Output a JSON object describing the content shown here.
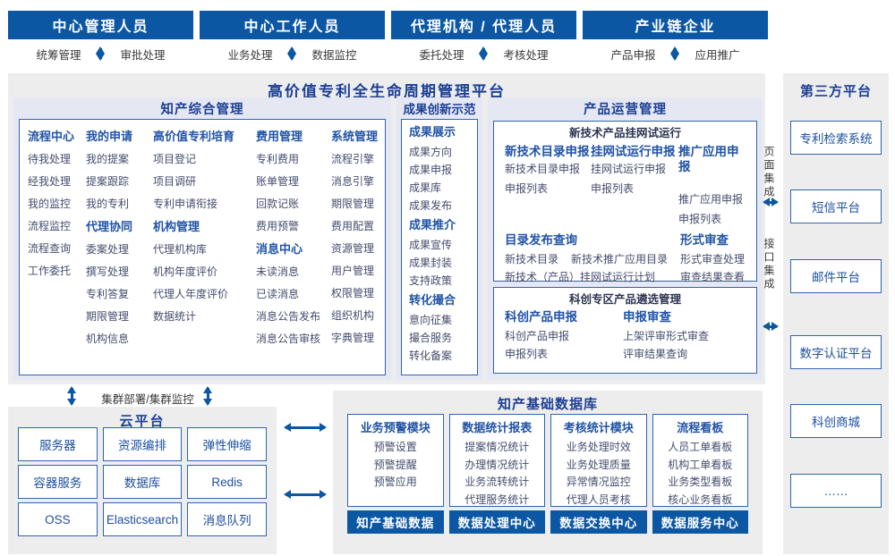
{
  "roles": [
    {
      "title": "中心管理人员",
      "left": "统筹管理",
      "right": "审批处理"
    },
    {
      "title": "中心工作人员",
      "left": "业务处理",
      "right": "数据监控"
    },
    {
      "title": "代理机构 / 代理人员",
      "left": "委托处理",
      "right": "考核处理"
    },
    {
      "title": "产业链企业",
      "left": "产品申报",
      "right": "应用推广"
    }
  ],
  "platform": {
    "title": "高价值专利全生命周期管理平台"
  },
  "ip_mgmt": {
    "title": "知产综合管理",
    "columns": [
      {
        "groups": [
          {
            "header": "流程中心",
            "items": [
              "待我处理",
              "经我处理",
              "我的监控",
              "流程监控",
              "流程查询",
              "工作委托"
            ]
          }
        ]
      },
      {
        "groups": [
          {
            "header": "我的申请",
            "items": [
              "我的提案",
              "提案跟踪",
              "我的专利"
            ]
          },
          {
            "header": "代理协同",
            "items": [
              "委案处理",
              "撰写处理",
              "专利答复",
              "期限管理",
              "机构信息"
            ]
          }
        ]
      },
      {
        "groups": [
          {
            "header": "高价值专利培育",
            "items": [
              "项目登记",
              "项目调研",
              "专利申请衔接"
            ]
          },
          {
            "header": "机构管理",
            "items": [
              "代理机构库",
              "机构年度评价",
              "代理人年度评价",
              "数据统计"
            ]
          }
        ]
      },
      {
        "groups": [
          {
            "header": "费用管理",
            "items": [
              "专利费用",
              "账单管理",
              "回款记账",
              "费用预警"
            ]
          },
          {
            "header": "消息中心",
            "items": [
              "未读消息",
              "已读消息",
              "消息公告发布",
              "消息公告审核"
            ]
          }
        ]
      },
      {
        "groups": [
          {
            "header": "系统管理",
            "items": [
              "流程引擎",
              "消息引擎",
              "期限管理",
              "费用配置",
              "资源管理",
              "用户管理",
              "权限管理",
              "组织机构",
              "字典管理"
            ]
          }
        ]
      }
    ]
  },
  "achievement": {
    "title": "成果创新示范",
    "groups": [
      {
        "header": "成果展示",
        "items": [
          "成果方向",
          "成果申报",
          "成果库",
          "成果发布"
        ]
      },
      {
        "header": "成果推介",
        "items": [
          "成果宣传",
          "成果封装",
          "支持政策"
        ]
      },
      {
        "header": "转化撮合",
        "items": [
          "意向征集",
          "撮合服务",
          "转化备案"
        ]
      }
    ]
  },
  "product_ops": {
    "title": "产品运营管理",
    "box1": {
      "title": "新技术产品挂网试运行",
      "row1": [
        {
          "header": "新技术目录申报",
          "items": [
            "新技术目录申报",
            "申报列表"
          ]
        },
        {
          "header": "挂网试运行申报",
          "items": [
            "挂网试运行申报",
            "申报列表"
          ]
        },
        {
          "header": "推广应用申报",
          "items": [
            "推广应用申报",
            "申报列表"
          ]
        }
      ],
      "row2": [
        {
          "header": "目录发布查询",
          "items": [
            "新技术目录",
            "新技术推广应用目录",
            "新技术（产品）挂网试运行计划"
          ]
        },
        {
          "header": "形式审查",
          "items": [
            "形式审查处理",
            "审查结果查看"
          ]
        }
      ]
    },
    "box2": {
      "title": "科创专区产品遴选管理",
      "groups": [
        {
          "header": "科创产品申报",
          "items": [
            "科创产品申报",
            "申报列表"
          ]
        },
        {
          "header": "申报审查",
          "items": [
            "上架评审形式审查",
            "评审结果查询"
          ]
        }
      ]
    }
  },
  "integration": {
    "page": "页面集成",
    "api": "接口集成"
  },
  "third_party": {
    "title": "第三方平台",
    "items": [
      "专利检索系统",
      "短信平台",
      "邮件平台",
      "数字认证平台",
      "科创商城",
      "……"
    ]
  },
  "cluster_label": "集群部署/集群监控",
  "cloud": {
    "title": "云平台",
    "items": [
      "服务器",
      "资源编排",
      "弹性伸缩",
      "容器服务",
      "数据库",
      "Redis",
      "OSS",
      "Elasticsearch",
      "消息队列"
    ]
  },
  "ip_database": {
    "title": "知产基础数据库",
    "modules": [
      {
        "header": "业务预警模块",
        "items": [
          "预警设置",
          "预警提醒",
          "预警应用"
        ],
        "footer": "知产基础数据"
      },
      {
        "header": "数据统计报表",
        "items": [
          "提案情况统计",
          "办理情况统计",
          "业务流转统计",
          "代理服务统计"
        ],
        "footer": "数据处理中心"
      },
      {
        "header": "考核统计模块",
        "items": [
          "业务处理时效",
          "业务处理质量",
          "异常情况监控",
          "代理人员考核"
        ],
        "footer": "数据交换中心"
      },
      {
        "header": "流程看板",
        "items": [
          "人员工单看板",
          "机构工单看板",
          "业务类型看板",
          "核心业务看板"
        ],
        "footer": "数据服务中心"
      }
    ]
  }
}
